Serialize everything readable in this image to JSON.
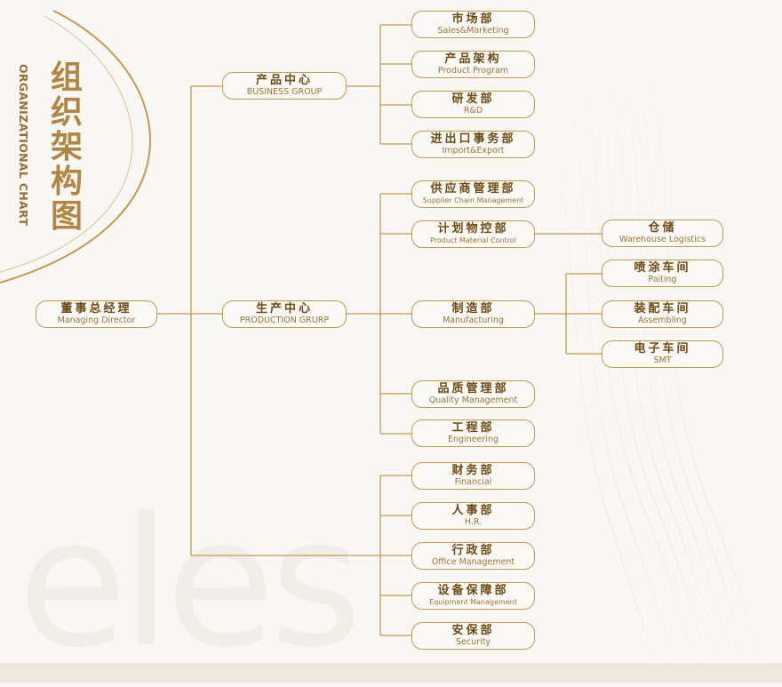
{
  "title": {
    "zh": "组织架构图",
    "en": "ORGANIZATIONAL CHART"
  },
  "watermark": "eles",
  "colors": {
    "accent": "#c49a4e",
    "text": "#7a5418",
    "background": "#f9f7f4"
  },
  "root": {
    "zh": "董事总经理",
    "en": "Managing Director"
  },
  "centers": {
    "business": {
      "zh": "产品中心",
      "en": "BUSINESS GROUP"
    },
    "production": {
      "zh": "生产中心",
      "en": "PRODUCTION GRURP"
    }
  },
  "departments": {
    "sales": {
      "zh": "市场部",
      "en": "Sales&Marketing"
    },
    "product": {
      "zh": "产品架构",
      "en": "Product Program"
    },
    "rd": {
      "zh": "研发部",
      "en": "R&D"
    },
    "import": {
      "zh": "进出口事务部",
      "en": "Import&Export"
    },
    "supplier": {
      "zh": "供应商管理部",
      "en": "Supplier Chain Management"
    },
    "pmc": {
      "zh": "计划物控部",
      "en": "Product Material  Control"
    },
    "mfg": {
      "zh": "制造部",
      "en": "Manufacturing"
    },
    "qm": {
      "zh": "品质管理部",
      "en": "Quality Management"
    },
    "eng": {
      "zh": "工程部",
      "en": "Engineering"
    },
    "fin": {
      "zh": "财务部",
      "en": "Financial"
    },
    "hr": {
      "zh": "人事部",
      "en": "H.R."
    },
    "admin": {
      "zh": "行政部",
      "en": "Office Management"
    },
    "equip": {
      "zh": "设备保障部",
      "en": "Equipment Management"
    },
    "security": {
      "zh": "安保部",
      "en": "Security"
    }
  },
  "subunits": {
    "warehouse": {
      "zh": "仓储",
      "en": "Warehouse Logistics"
    },
    "painting": {
      "zh": "喷涂车间",
      "en": "Paiting"
    },
    "assembling": {
      "zh": "装配车间",
      "en": "Assembling"
    },
    "smt": {
      "zh": "电子车间",
      "en": "SMT"
    }
  }
}
